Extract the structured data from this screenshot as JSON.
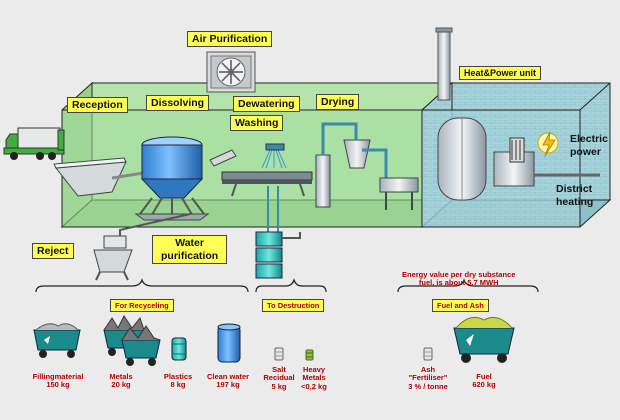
{
  "labels": {
    "air_purification": "Air Purification",
    "heat_power_unit": "Heat&Power unit",
    "reception": "Reception",
    "dissolving": "Dissolving",
    "dewatering": "Dewatering",
    "washing": "Washing",
    "drying": "Drying",
    "reject": "Reject",
    "water_purification_1": "Water",
    "water_purification_2": "purification",
    "electric_power_1": "Electric",
    "electric_power_2": "power",
    "district_heating_1": "District",
    "district_heating_2": "heating"
  },
  "groups": {
    "recycling": "For Recyceling",
    "destruction": "To Destruction",
    "fuel_ash": "Fuel and Ash"
  },
  "energy_note": {
    "line1": "Energy value per dry substance",
    "line2": "fuel, is about 5.7 MWH"
  },
  "outputs": [
    {
      "name": "Fillingmaterial",
      "value": "150 kg"
    },
    {
      "name": "Metals",
      "value": "20 kg"
    },
    {
      "name": "Plastics",
      "value": "8 kg"
    },
    {
      "name": "Clean water",
      "value": "197 kg"
    },
    {
      "name_1": "Salt",
      "name_2": "Recidual",
      "value": "5 kg"
    },
    {
      "name_1": "Heavy",
      "name_2": "Metals",
      "value": "<0,2 kg"
    },
    {
      "name_1": "Ash",
      "name_2": "\"Fertiliser\"",
      "value": "3 % / tonne"
    },
    {
      "name": "Fuel",
      "value": "620 kg"
    }
  ],
  "colors": {
    "background": "#ebebeb",
    "label_fill": "#ffff55",
    "building_fill": "#a3dc9c",
    "power_unit_fill": "#a6d4dc",
    "output_text": "#b00000",
    "pipe": "#3a8aa8"
  }
}
